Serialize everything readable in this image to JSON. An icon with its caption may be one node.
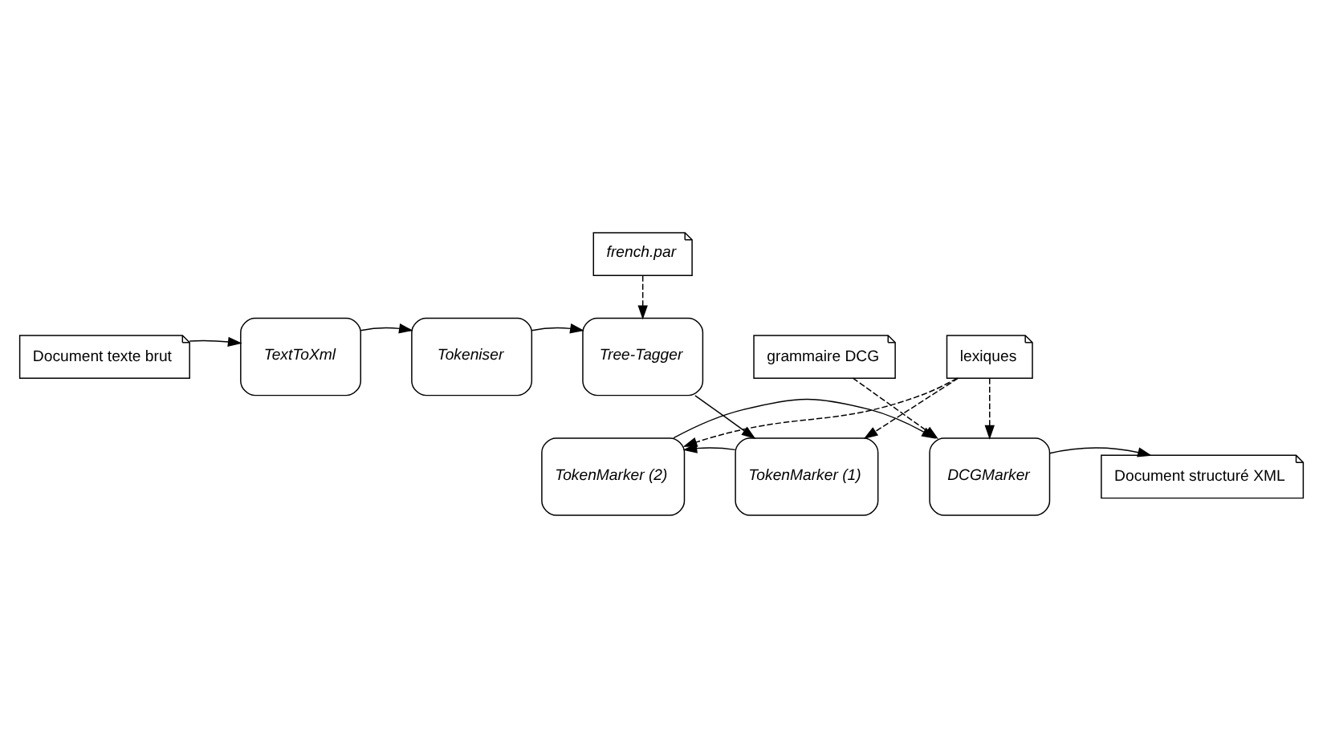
{
  "diagram": {
    "nodes": [
      {
        "text": [
          "Document texte brut"
        ]
      },
      {
        "text": [
          "TextToXml"
        ]
      },
      {
        "text": [
          "Tokeniser"
        ]
      },
      {
        "text": [
          "Tree-Tagger"
        ]
      },
      {
        "text": [
          "french.par"
        ]
      },
      {
        "text": [
          "TokenMarker (1)"
        ]
      },
      {
        "text": [
          "TokenMarker (2)"
        ]
      },
      {
        "text": [
          "DCGMarker"
        ]
      },
      {
        "text": [
          "Document structuré XML"
        ]
      },
      {
        "text": [
          "grammaire DCG"
        ]
      },
      {
        "text": [
          "lexiques"
        ]
      }
    ],
    "edges": [
      {
        "from": 0,
        "to": 1,
        "arrow": "to"
      },
      {
        "from": 1,
        "to": 2,
        "arrow": "to"
      },
      {
        "from": 2,
        "to": 3,
        "arrow": "to"
      },
      {
        "from": 4,
        "to": 3,
        "arrow": "to",
        "style": "dashed"
      },
      {
        "from": 3,
        "to": 5,
        "arrow": "to"
      },
      {
        "from": 5,
        "to": 6,
        "arrow": "to"
      },
      {
        "from": 6,
        "to": 7,
        "arrow": "to"
      },
      {
        "from": 7,
        "to": 8,
        "arrow": "to"
      },
      {
        "from": 9,
        "to": 7,
        "arrow": "to",
        "style": "dashed"
      },
      {
        "from": 10,
        "to": 7,
        "arrow": "to",
        "style": "dashed"
      },
      {
        "from": 10,
        "to": 6,
        "arrow": "to",
        "style": "dashed"
      },
      {
        "from": 10,
        "to": 5,
        "arrow": "to",
        "style": "dashed"
      }
    ]
  }
}
